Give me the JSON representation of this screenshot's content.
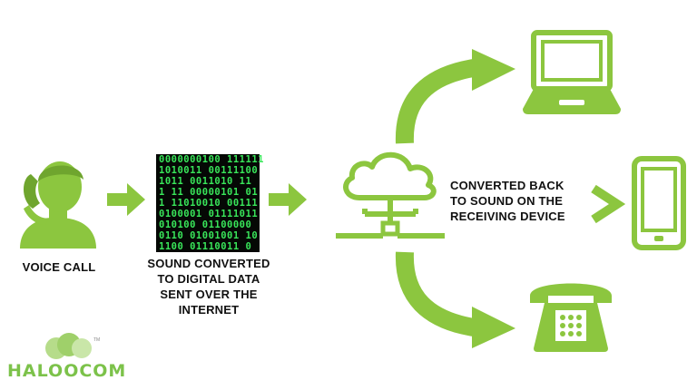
{
  "colors": {
    "accent": "#8cc63f",
    "text": "#111111",
    "binary_green": "#39e65a",
    "logo": "#7cc24a"
  },
  "labels": {
    "voice_call": "VOICE CALL",
    "sound_converted": [
      "SOUND CONVERTED",
      "TO DIGITAL DATA",
      "SENT OVER THE",
      "INTERNET"
    ],
    "converted_back": [
      "CONVERTED BACK",
      "TO SOUND ON THE",
      "RECEIVING DEVICE"
    ]
  },
  "binary_rows": [
    "0000000100 111111",
    "1010011 00111100",
    "1011 0011010 11",
    "1 11 00000101 01",
    "1 11010010 00111",
    "0100001 01111011",
    "010100 01100000",
    "0110 01001001 10",
    "1100 01110011 0"
  ],
  "logo": {
    "name": "HALOOCOM",
    "tm": "TM"
  },
  "icons": [
    "person-phone-icon",
    "binary-data-image",
    "cloud-network-icon",
    "laptop-icon",
    "smartphone-icon",
    "desk-phone-icon"
  ]
}
